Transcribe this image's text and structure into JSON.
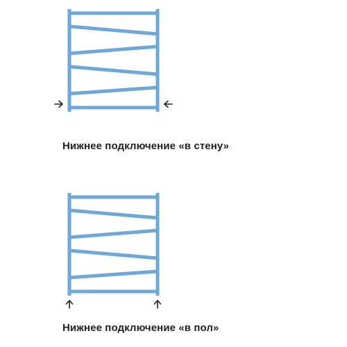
{
  "accent_color": "#6fa7d8",
  "arrow_color": "#1f1f1f",
  "diagrams": [
    {
      "id": "wall",
      "caption": "Нижнее подключение «в стену»",
      "connection_arrows": [
        "arrow-right-icon",
        "arrow-left-icon"
      ]
    },
    {
      "id": "floor",
      "caption": "Нижнее подключение «в пол»",
      "connection_arrows": [
        "arrow-up-icon",
        "arrow-up-icon"
      ]
    }
  ]
}
